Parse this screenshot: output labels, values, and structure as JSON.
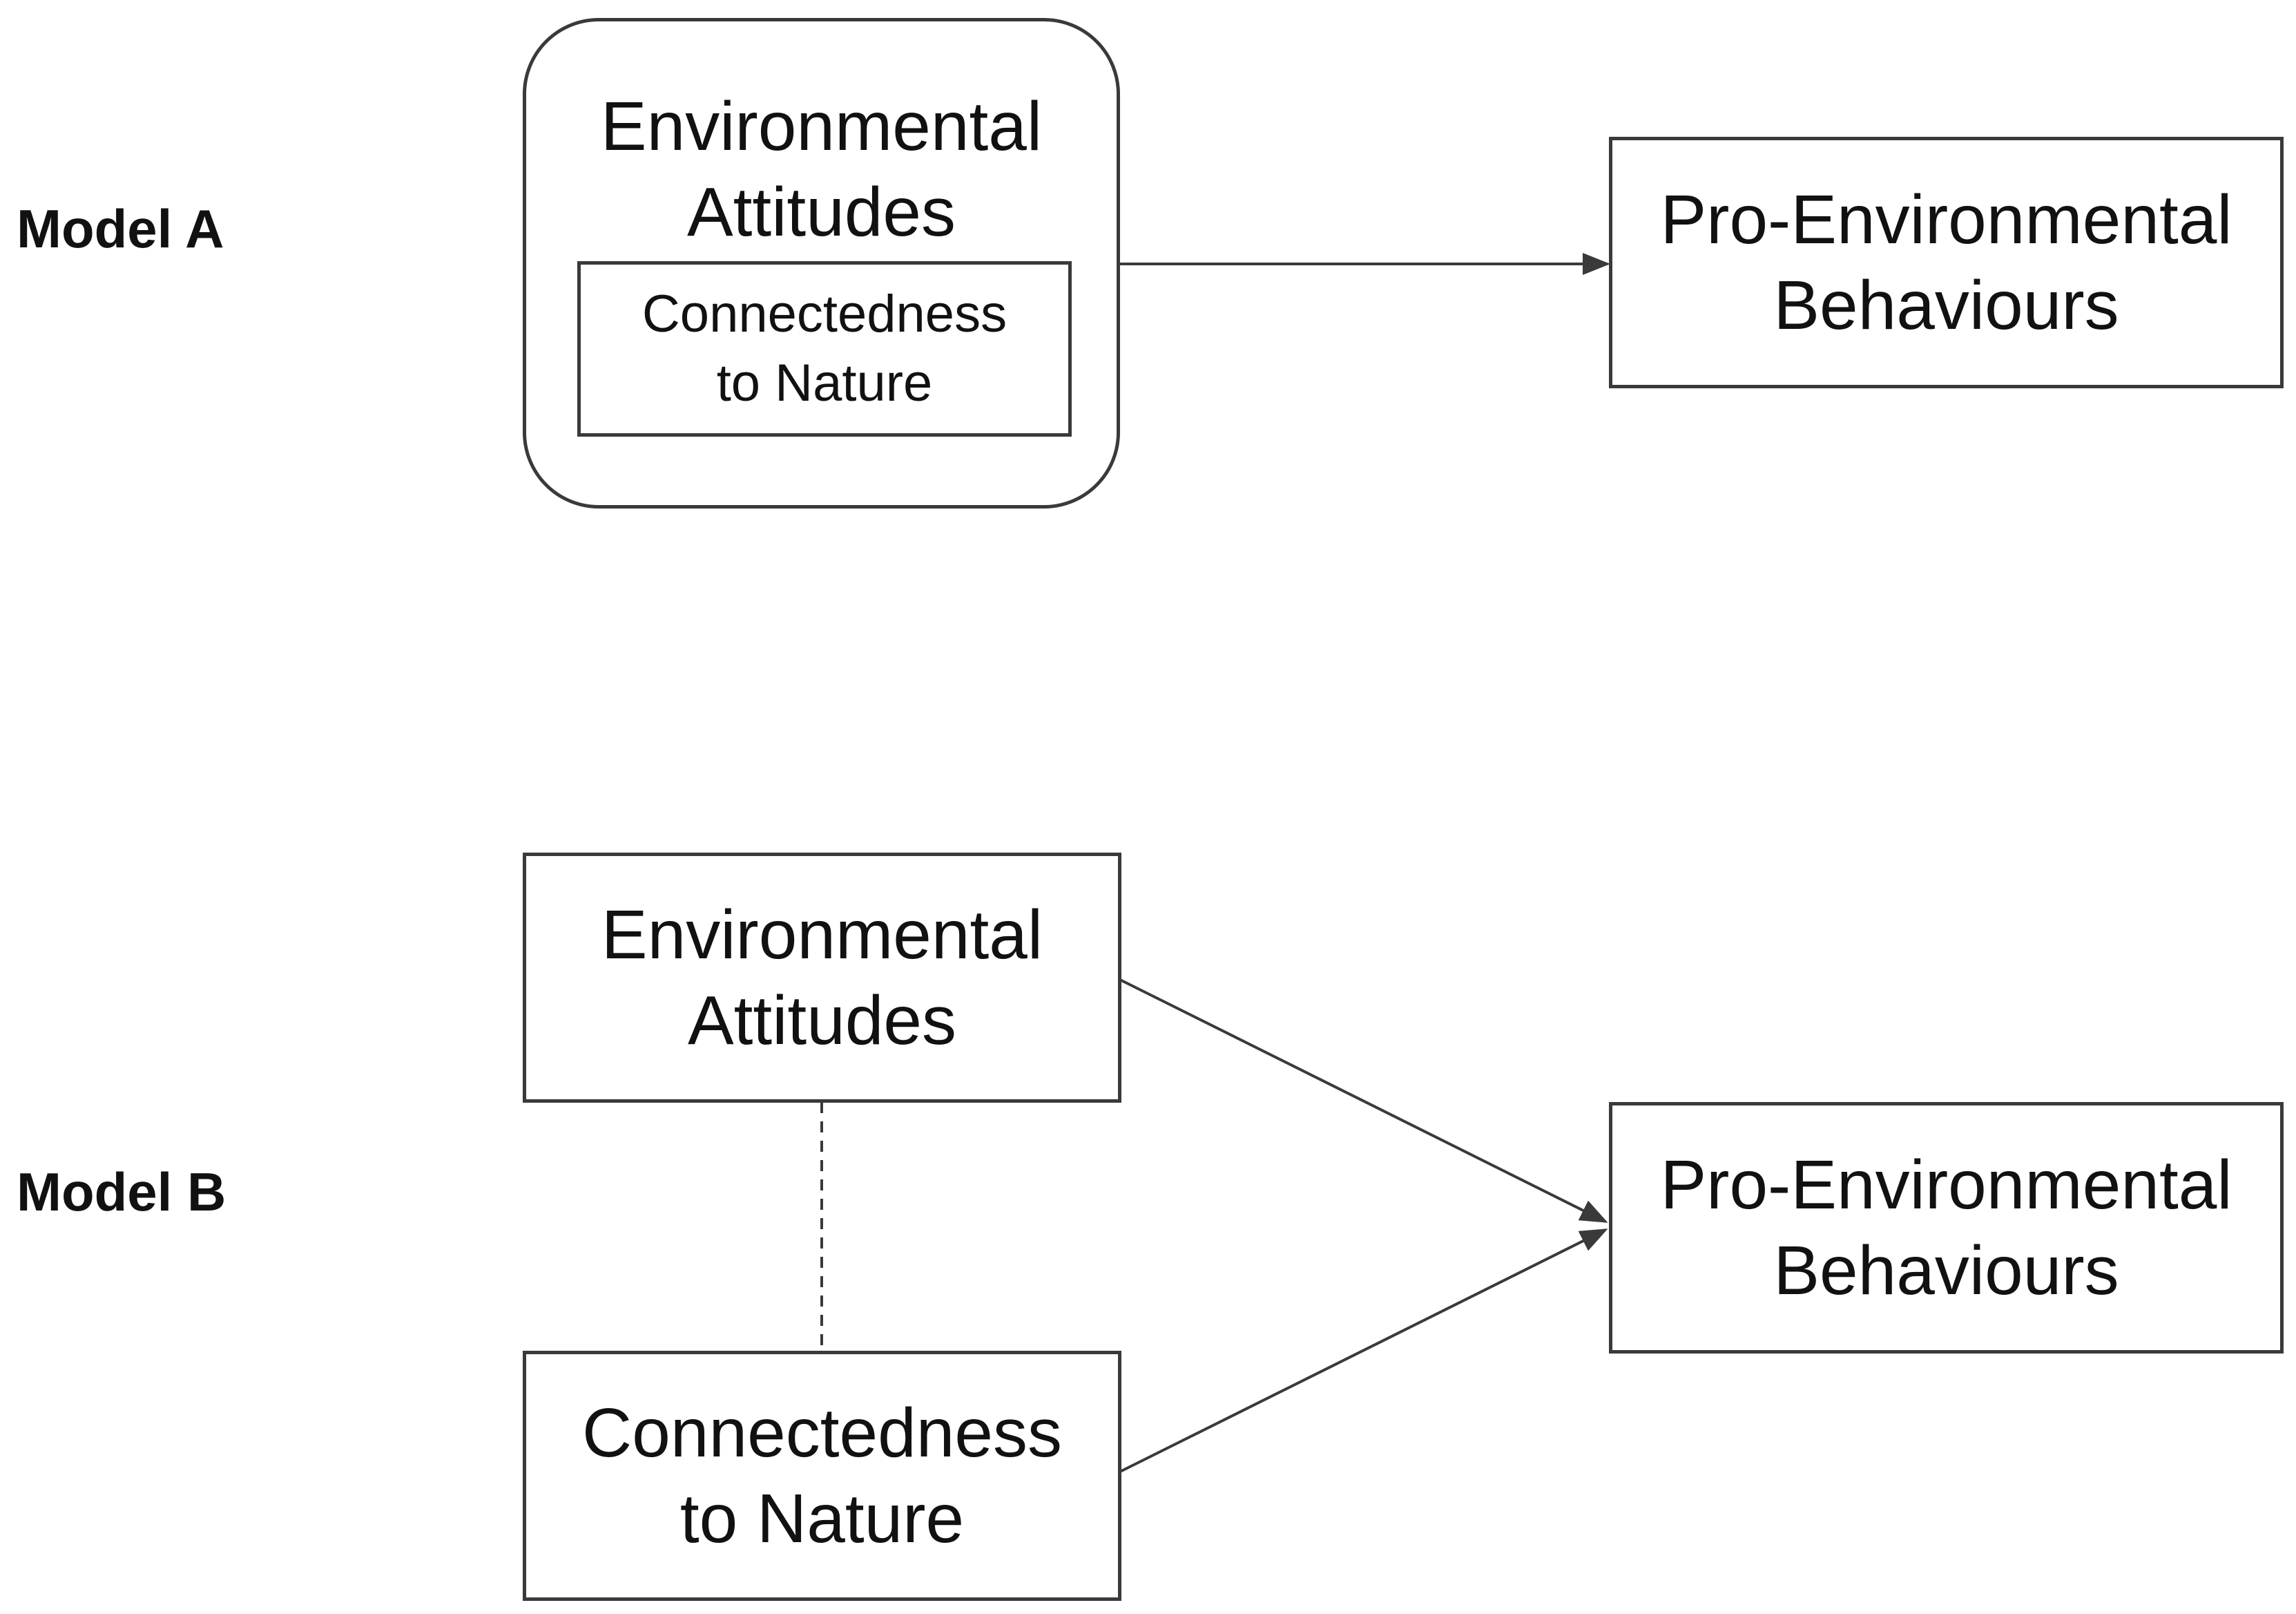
{
  "model_a": {
    "label": "Model A",
    "attitudes_box": {
      "line1": "Environmental",
      "line2": "Attitudes"
    },
    "inner_ctn_box": {
      "line1": "Connectedness",
      "line2": "to Nature"
    },
    "behaviours_box": {
      "line1": "Pro-Environmental",
      "line2": "Behaviours"
    }
  },
  "model_b": {
    "label": "Model B",
    "attitudes_box": {
      "line1": "Environmental",
      "line2": "Attitudes"
    },
    "ctn_box": {
      "line1": "Connectedness",
      "line2": "to Nature"
    },
    "behaviours_box": {
      "line1": "Pro-Environmental",
      "line2": "Behaviours"
    }
  },
  "colors": {
    "stroke": "#3a3a3a",
    "text": "#111111",
    "background": "#ffffff"
  }
}
